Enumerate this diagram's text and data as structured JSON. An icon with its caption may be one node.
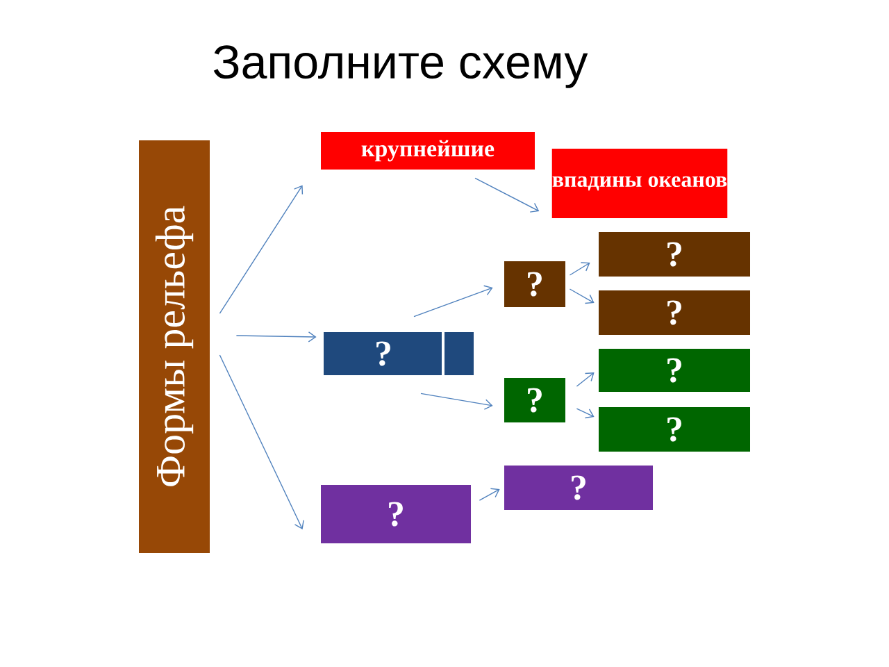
{
  "diagram": {
    "title": "Заполните схему",
    "nodes": [
      {
        "text": [
          "Формы рельефа"
        ]
      },
      {
        "text": [
          "крупнейшие"
        ]
      },
      {
        "text": [
          "впадины океанов"
        ]
      },
      {
        "text": [
          "?"
        ]
      },
      {
        "text": [
          "?"
        ]
      },
      {
        "text": [
          "?"
        ]
      },
      {
        "text": [
          "?"
        ]
      },
      {
        "text": [
          "?"
        ]
      },
      {
        "text": [
          "?"
        ]
      },
      {
        "text": [
          "?"
        ]
      },
      {
        "text": [
          "?"
        ]
      },
      {
        "text": [
          "?"
        ]
      }
    ],
    "edges": [
      {
        "from": 0,
        "to": 1,
        "arrow": "to"
      },
      {
        "from": 0,
        "to": 3,
        "arrow": "to"
      },
      {
        "from": 0,
        "to": 11,
        "arrow": "to"
      },
      {
        "from": 1,
        "to": 2,
        "arrow": "to"
      },
      {
        "from": 3,
        "to": 4,
        "arrow": "to"
      },
      {
        "from": 3,
        "to": 7,
        "arrow": "to"
      },
      {
        "from": 4,
        "to": 5,
        "arrow": "to"
      },
      {
        "from": 4,
        "to": 6,
        "arrow": "to"
      },
      {
        "from": 7,
        "to": 8,
        "arrow": "to"
      },
      {
        "from": 7,
        "to": 9,
        "arrow": "to"
      },
      {
        "from": 11,
        "to": 10,
        "arrow": "to"
      }
    ]
  }
}
